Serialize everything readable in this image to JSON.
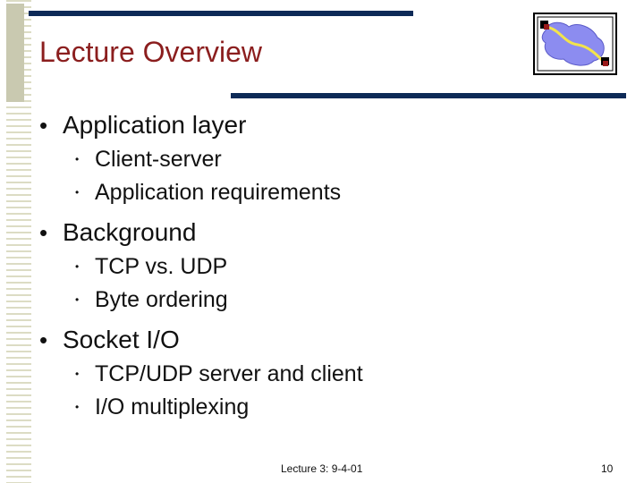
{
  "slide": {
    "title": "Lecture Overview",
    "sections": [
      {
        "label": "Application layer",
        "items": [
          "Client-server",
          "Application requirements"
        ]
      },
      {
        "label": "Background",
        "items": [
          "TCP vs. UDP",
          "Byte ordering"
        ]
      },
      {
        "label": "Socket I/O",
        "items": [
          "TCP/UDP server and client",
          "I/O multiplexing"
        ]
      }
    ]
  },
  "footer": {
    "lecture": "Lecture 3: 9-4-01",
    "page_number": "10"
  },
  "colors": {
    "title": "#8b1e1e",
    "rule": "#0d2a57",
    "logo_blob": "#8c8cf0",
    "logo_path": "#f2e34c",
    "logo_node": "#9a1a1a"
  }
}
